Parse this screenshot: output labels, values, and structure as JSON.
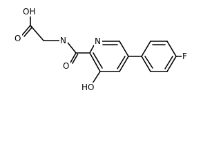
{
  "molecule": {
    "atoms": {
      "acid_oh": "OH",
      "acid_o": "O",
      "amide_nh": "N",
      "amide_o": "O",
      "ring_n": "N",
      "ring_oh": "HO",
      "fluorine": "F"
    },
    "colors": {
      "bond": "#000000",
      "label": "#000000",
      "background": "#ffffff"
    }
  }
}
